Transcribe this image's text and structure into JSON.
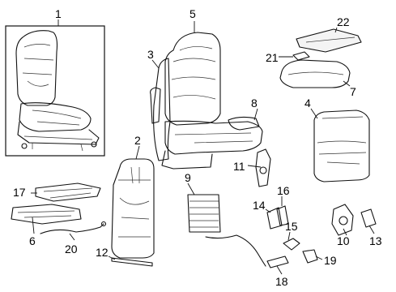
{
  "callouts": {
    "c1": "1",
    "c2": "2",
    "c4": "4",
    "c5": "5",
    "c3": "3",
    "c6": "6",
    "c7": "7",
    "c8": "8",
    "c9": "9",
    "c10": "10",
    "c11": "11",
    "c12": "12",
    "c13": "13",
    "c14": "14",
    "c15": "15",
    "c16": "16",
    "c17": "17",
    "c18": "18",
    "c19": "19",
    "c20": "20",
    "c21": "21",
    "c22": "22"
  }
}
